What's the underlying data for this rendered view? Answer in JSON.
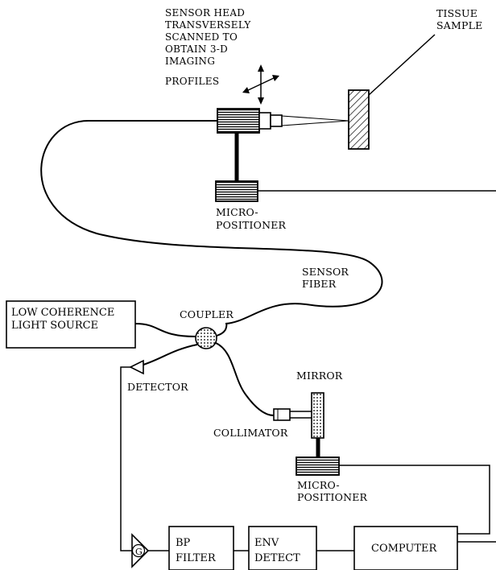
{
  "labels": {
    "sensor_head_note": [
      "SENSOR HEAD",
      "TRANSVERSELY",
      "SCANNED TO",
      "OBTAIN 3-D",
      "IMAGING",
      "PROFILES"
    ],
    "tissue_sample": [
      "TISSUE",
      "SAMPLE"
    ],
    "micropositioner_top": [
      "MICRO-",
      "POSITIONER"
    ],
    "sensor_fiber": [
      "SENSOR",
      "FIBER"
    ],
    "coupler": "COUPLER",
    "detector": "DETECTOR",
    "mirror": "MIRROR",
    "collimator": "COLLIMATOR",
    "micropositioner_bottom": [
      "MICRO-",
      "POSITIONER"
    ]
  },
  "boxes": {
    "light_source": [
      "LOW COHERENCE",
      "LIGHT SOURCE"
    ],
    "amplifier": "G",
    "bp_filter": [
      "BP",
      "FILTER"
    ],
    "env_detect": [
      "ENV",
      "DETECT"
    ],
    "computer": "COMPUTER"
  }
}
